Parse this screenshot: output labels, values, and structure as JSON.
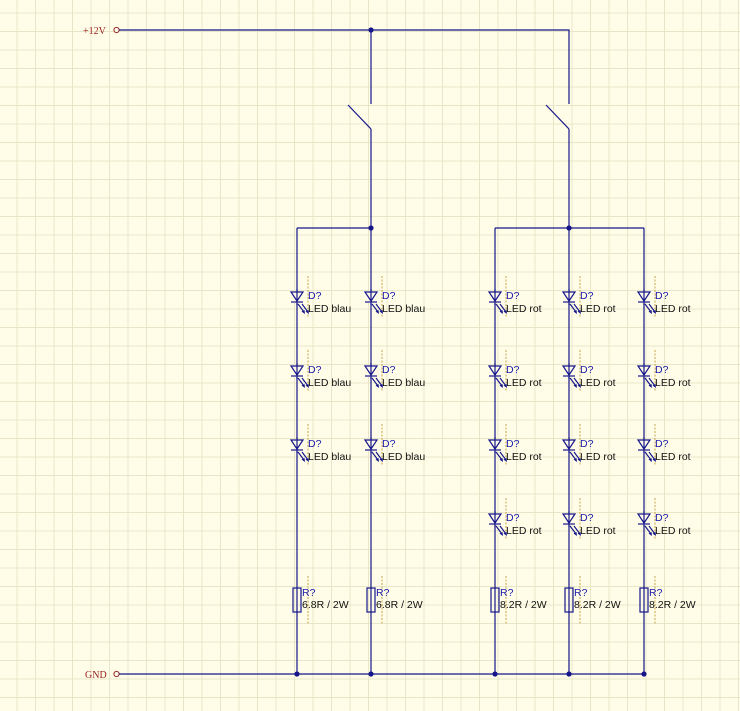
{
  "ports": {
    "vcc": "+12V",
    "gnd": "GND"
  },
  "led_designator": "D?",
  "resistor_designator": "R?",
  "branches": {
    "blue": {
      "led_value": "LED blau",
      "resistor_value": "6.8R / 2W",
      "leds_per_string": 3,
      "strings": 2
    },
    "red": {
      "led_value": "LED rot",
      "resistor_value": "8.2R / 2W",
      "leds_per_string": 4,
      "strings": 3
    }
  },
  "switches": 2,
  "colors": {
    "wire": "#16168a",
    "port_label": "#9a1e1e",
    "designator": "#1a1aaa",
    "background": "#fffde8"
  }
}
